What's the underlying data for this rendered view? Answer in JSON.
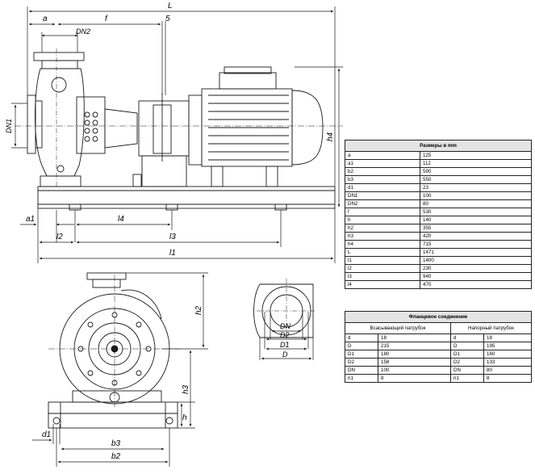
{
  "labels": {
    "L": "L",
    "a": "a",
    "f": "f",
    "five": "5",
    "DN2": "DN2",
    "DN1": "DN1",
    "h4": "h4",
    "a1": "a1",
    "l4": "l4",
    "l2": "l2",
    "l3": "l3",
    "l1": "l1",
    "h2": "h2",
    "h3": "h3",
    "h": "h",
    "d1": "d1",
    "b3": "b3",
    "b2": "b2",
    "DN": "DN",
    "D2": "D2",
    "D1": "D1",
    "D": "D"
  },
  "dims_table": {
    "title": "Размеры в mm",
    "rows": [
      [
        "a",
        "125"
      ],
      [
        "a1",
        "112"
      ],
      [
        "b2",
        "590"
      ],
      [
        "b3",
        "550"
      ],
      [
        "d1",
        "23"
      ],
      [
        "DN1",
        "100"
      ],
      [
        "DN2",
        "80"
      ],
      [
        "f",
        "530"
      ],
      [
        "h",
        "140"
      ],
      [
        "h2",
        "355"
      ],
      [
        "h3",
        "420"
      ],
      [
        "h4",
        "715"
      ],
      [
        "L",
        "1471"
      ],
      [
        "l1",
        "1400"
      ],
      [
        "l2",
        "230"
      ],
      [
        "l3",
        "940"
      ],
      [
        "l4",
        "470"
      ]
    ]
  },
  "flange_table": {
    "title": "Фланцевое соединение",
    "suction_label": "Всасывающий патрубок",
    "discharge_label": "Напорный патрубок",
    "rows": [
      [
        "d",
        "18",
        "d",
        "18"
      ],
      [
        "D",
        "215",
        "D",
        "195"
      ],
      [
        "D1",
        "180",
        "D1",
        "160"
      ],
      [
        "D2",
        "158",
        "D2",
        "133"
      ],
      [
        "DN",
        "100",
        "DN",
        "80"
      ],
      [
        "n1",
        "8",
        "n1",
        "8"
      ]
    ]
  },
  "colors": {
    "line": "#1a1a1a",
    "table_header": "#e4e4e4"
  }
}
